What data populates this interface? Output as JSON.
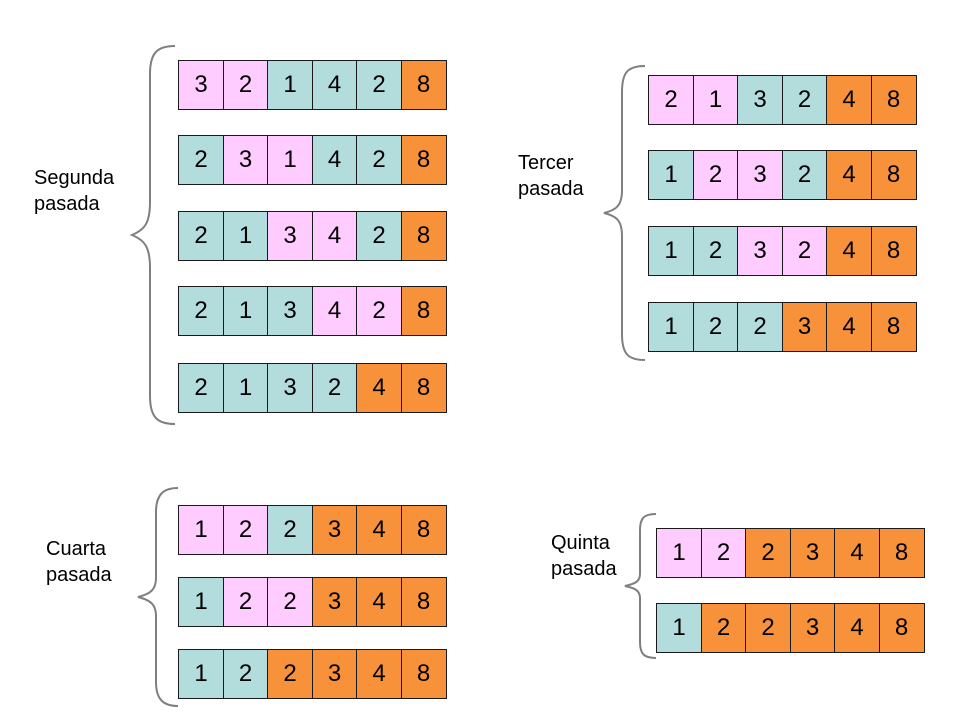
{
  "colors": {
    "pink": "#ffccff",
    "teal": "#b3dcdc",
    "orange": "#f7923a"
  },
  "passes": [
    {
      "label": [
        "Segunda",
        "pasada"
      ],
      "rows": [
        {
          "values": [
            "3",
            "2",
            "1",
            "4",
            "2",
            "8"
          ],
          "colors": [
            "pink",
            "pink",
            "teal",
            "teal",
            "teal",
            "orange"
          ]
        },
        {
          "values": [
            "2",
            "3",
            "1",
            "4",
            "2",
            "8"
          ],
          "colors": [
            "teal",
            "pink",
            "pink",
            "teal",
            "teal",
            "orange"
          ]
        },
        {
          "values": [
            "2",
            "1",
            "3",
            "4",
            "2",
            "8"
          ],
          "colors": [
            "teal",
            "teal",
            "pink",
            "pink",
            "teal",
            "orange"
          ]
        },
        {
          "values": [
            "2",
            "1",
            "3",
            "4",
            "2",
            "8"
          ],
          "colors": [
            "teal",
            "teal",
            "teal",
            "pink",
            "pink",
            "orange"
          ]
        },
        {
          "values": [
            "2",
            "1",
            "3",
            "2",
            "4",
            "8"
          ],
          "colors": [
            "teal",
            "teal",
            "teal",
            "teal",
            "orange",
            "orange"
          ]
        }
      ]
    },
    {
      "label": [
        "Tercer",
        "pasada"
      ],
      "rows": [
        {
          "values": [
            "2",
            "1",
            "3",
            "2",
            "4",
            "8"
          ],
          "colors": [
            "pink",
            "pink",
            "teal",
            "teal",
            "orange",
            "orange"
          ]
        },
        {
          "values": [
            "1",
            "2",
            "3",
            "2",
            "4",
            "8"
          ],
          "colors": [
            "teal",
            "pink",
            "pink",
            "teal",
            "orange",
            "orange"
          ]
        },
        {
          "values": [
            "1",
            "2",
            "3",
            "2",
            "4",
            "8"
          ],
          "colors": [
            "teal",
            "teal",
            "pink",
            "pink",
            "orange",
            "orange"
          ]
        },
        {
          "values": [
            "1",
            "2",
            "2",
            "3",
            "4",
            "8"
          ],
          "colors": [
            "teal",
            "teal",
            "teal",
            "orange",
            "orange",
            "orange"
          ]
        }
      ]
    },
    {
      "label": [
        "Cuarta",
        "pasada"
      ],
      "rows": [
        {
          "values": [
            "1",
            "2",
            "2",
            "3",
            "4",
            "8"
          ],
          "colors": [
            "pink",
            "pink",
            "teal",
            "orange",
            "orange",
            "orange"
          ]
        },
        {
          "values": [
            "1",
            "2",
            "2",
            "3",
            "4",
            "8"
          ],
          "colors": [
            "teal",
            "pink",
            "pink",
            "orange",
            "orange",
            "orange"
          ]
        },
        {
          "values": [
            "1",
            "2",
            "2",
            "3",
            "4",
            "8"
          ],
          "colors": [
            "teal",
            "teal",
            "orange",
            "orange",
            "orange",
            "orange"
          ]
        }
      ]
    },
    {
      "label": [
        "Quinta",
        "pasada"
      ],
      "rows": [
        {
          "values": [
            "1",
            "2",
            "2",
            "3",
            "4",
            "8"
          ],
          "colors": [
            "pink",
            "pink",
            "orange",
            "orange",
            "orange",
            "orange"
          ]
        },
        {
          "values": [
            "1",
            "2",
            "2",
            "3",
            "4",
            "8"
          ],
          "colors": [
            "teal",
            "orange",
            "orange",
            "orange",
            "orange",
            "orange"
          ]
        }
      ]
    }
  ]
}
